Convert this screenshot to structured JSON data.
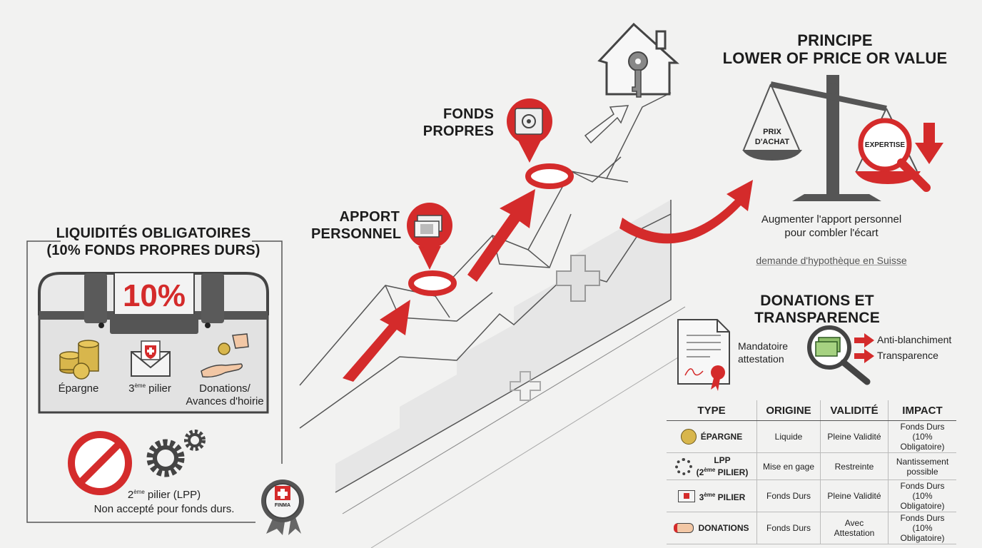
{
  "liquidites": {
    "title_line1": "LIQUIDITÉS OBLIGATOIRES",
    "title_line2": "(10% FONDS PROPRES DURS)",
    "percent": "10%",
    "items": [
      {
        "label": "Épargne",
        "icon": "coins-icon"
      },
      {
        "label": "3ème pilier",
        "icon": "swiss-envelope-icon"
      },
      {
        "label_line1": "Donations/",
        "label_line2": "Avances d'hoirie",
        "icon": "hand-coin-icon"
      }
    ],
    "lpp_line1": "2ème pilier (LPP)",
    "lpp_line2": "Non accepté pour fonds durs.",
    "badge_text": "FINMA"
  },
  "stairs": {
    "apport_line1": "APPORT",
    "apport_line2": "PERSONNEL",
    "fonds_line1": "FONDS",
    "fonds_line2": "PROPRES"
  },
  "principe": {
    "title_line1": "PRINCIPE",
    "title_line2": "LOWER OF PRICE OR VALUE",
    "left_pan_line1": "PRIX",
    "left_pan_line2": "D'ACHAT",
    "right_pan": "EXPERTISE",
    "caption_line1": "Augmenter l'apport personnel",
    "caption_line2": "pour combler l'écart",
    "link": "demande d'hypothèque en Suisse"
  },
  "donations": {
    "title": "DONATIONS ET TRANSPARENCE",
    "doc_line1": "Mandatoire",
    "doc_line2": "attestation",
    "arrow1": "Anti-blanchiment",
    "arrow2": "Transparence"
  },
  "table": {
    "headers": [
      "TYPE",
      "ORIGINE",
      "VALIDITÉ",
      "IMPACT"
    ],
    "rows": [
      {
        "icon": "coins-icon",
        "type_line1": "ÉPARGNE",
        "type_line2": "",
        "origine": "Liquide",
        "validite_line1": "Pleine Validité",
        "validite_line2": "",
        "impact_line1": "Fonds Durs",
        "impact_line2": "(10% Obligatoire)"
      },
      {
        "icon": "gears-icon",
        "type_line1": "LPP",
        "type_line2": "(2ème PILIER)",
        "origine": "Mise en gage",
        "validite_line1": "Restreinte",
        "validite_line2": "",
        "impact_line1": "Nantissement",
        "impact_line2": "possible"
      },
      {
        "icon": "swiss-envelope-icon",
        "type_line1": "3ème PILIER",
        "type_line2": "",
        "origine": "Fonds Durs",
        "validite_line1": "Pleine Validité",
        "validite_line2": "",
        "impact_line1": "Fonds Durs",
        "impact_line2": "(10% Obligatoire)"
      },
      {
        "icon": "handshake-icon",
        "type_line1": "DONATIONS",
        "type_line2": "",
        "origine": "Fonds Durs",
        "validite_line1": "Avec",
        "validite_line2": "Attestation",
        "impact_line1": "Fonds Durs",
        "impact_line2": "(10% Obligatoire)"
      }
    ]
  },
  "colors": {
    "accent": "#d42b2b",
    "dark": "#3a3a3a",
    "gold": "#c9a43a",
    "background": "#f2f2f1"
  }
}
